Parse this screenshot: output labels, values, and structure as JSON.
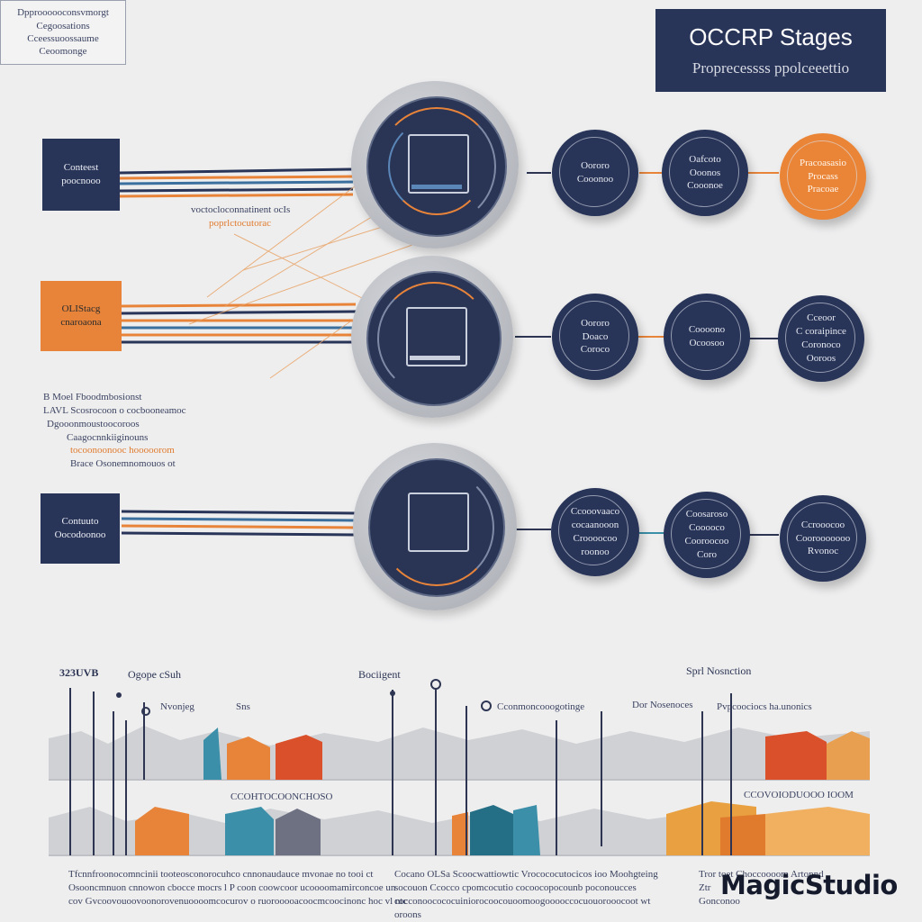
{
  "title": {
    "heading": "OCCRP Stages",
    "subtitle": "Proprecessss ppolceeettio"
  },
  "legend": {
    "lines": [
      "Dpproooooconsvmorgt",
      "Cegoosations",
      "Cceessuoossaume",
      "Ceoomonge"
    ]
  },
  "rows": [
    {
      "label_lines": [
        "Conteest",
        "poocnooo"
      ],
      "label_style": "navy",
      "caption_lines": [
        "voctocloconnatinent ocIs",
        "poprlctocutorac"
      ],
      "nodes": [
        {
          "lines": [
            "Oororo",
            "Cooonoo"
          ],
          "style": "dark"
        },
        {
          "lines": [
            "Oafcoto",
            "Ooonos",
            "Cooonoe"
          ],
          "style": "dark"
        },
        {
          "lines": [
            "Pracoasasio",
            "Procass",
            "Pracoae"
          ],
          "style": "orange"
        }
      ]
    },
    {
      "label_lines": [
        "OLIStacg",
        "cnaroaona"
      ],
      "label_style": "orange",
      "caption_lines": [],
      "nodes": [
        {
          "lines": [
            "Oororo",
            "Doaco",
            "Coroco"
          ],
          "style": "dark"
        },
        {
          "lines": [
            "Coooono",
            "Ocoosoo"
          ],
          "style": "dark"
        },
        {
          "lines": [
            "Cceoor",
            "C coraipince",
            "Coronoco",
            "Ooroos"
          ],
          "style": "dark"
        }
      ]
    },
    {
      "label_lines": [
        "Contuuto",
        "Oocodoonoo"
      ],
      "label_style": "navy",
      "caption_lines": [],
      "nodes": [
        {
          "lines": [
            "Ccooovaaco",
            "cocaanooon",
            "Croooocoo",
            "roonoo"
          ],
          "style": "dark"
        },
        {
          "lines": [
            "Coosaroso",
            "Cooooco",
            "Cooroocoo",
            "Coro"
          ],
          "style": "dark"
        },
        {
          "lines": [
            "Ccrooocoo",
            "Coorooooooo",
            "Rvonoc"
          ],
          "style": "dark"
        }
      ]
    }
  ],
  "side_notes": [
    "B  Moel  Fboodmbosionst",
    "LAVL  Scosrocoon  o  cocbooneamoc",
    "Dgooonmoustoocoroos",
    "Caagocnnkiiginouns",
    "tocoonoonooc  hooooorom",
    "Brace  Osonemnomouos  ot"
  ],
  "timeline": {
    "headers": [
      "323UVB",
      "Ogope  cSuh",
      "Bociigent",
      "Sprl  Nosnction"
    ],
    "tags": [
      "Nvonjeg",
      "Sns",
      "Cconmoncooogotinge",
      "Dor  Nosenoces",
      "Pvpcoociocs  ha.unonics",
      "CCOHTOCOONCHOSO",
      "CCOVOIODUOOO  IOOM"
    ],
    "mid_label": "CCOHTOCOONCHOSO",
    "right_label": "CCOVOIODUOOO  IOOM"
  },
  "footer": {
    "col1": [
      "Tfcnnfroonocomncinii  tooteosconorocuhco  cnnonaudauce  mvonae  no  tooi  ct",
      "Osooncmnuon  cnnowon  cbocce  mocrs  l  P  coon  coowcoor  ucoooomamirconcoe  un",
      "cov  Gvcoovouoovoonorovenuoooomcocurov  o  ruorooooacoocmcoocinonc  hoc  vl  ntc"
    ],
    "col2": [
      "Cocano  OLSa  Scoocwattiowtic  Vrocococutocicos  ioo  Moohgteing",
      "socouon  Ccocco  cpomcocutio  cocoocopocounb  poconoucces",
      "cocconoocococuiniorocoocouoomoogooooccocuouorooocoot  wt",
      "oroons"
    ],
    "col3": [
      "Tror  toet  Choccoooom  Artonnd",
      "Ztr",
      "Gonconoo"
    ]
  },
  "brand": "MagicStudio",
  "colors": {
    "navy": "#283458",
    "orange": "#e8843a",
    "teal": "#3b8fa8",
    "red": "#d9502a",
    "background": "#eeeeef"
  }
}
